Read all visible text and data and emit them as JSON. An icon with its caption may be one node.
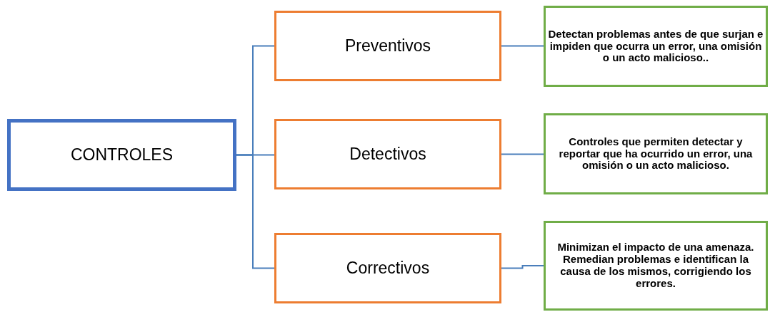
{
  "diagram": {
    "nodes": [
      {
        "text": [
          "CONTROLES"
        ]
      },
      {
        "text": [
          "Preventivos"
        ]
      },
      {
        "text": [
          "Detectivos"
        ]
      },
      {
        "text": [
          "Correctivos"
        ]
      },
      {
        "text": [
          "Detectan problemas antes de que surjan e impiden que ocurra un error, una omisión o un acto malicioso.."
        ]
      },
      {
        "text": [
          "Controles que permiten detectar y reportar que ha ocurrido un error, una omisión o un acto malicioso."
        ]
      },
      {
        "text": [
          "Minimizan el impacto de una amenaza. Remedian problemas e identifican la causa de los mismos, corrigiendo los errores."
        ]
      }
    ],
    "edges": [
      {
        "from": 0,
        "to": 1,
        "arrow": "none"
      },
      {
        "from": 0,
        "to": 2,
        "arrow": "none"
      },
      {
        "from": 0,
        "to": 3,
        "arrow": "none"
      },
      {
        "from": 1,
        "to": 4,
        "arrow": "none"
      },
      {
        "from": 2,
        "to": 5,
        "arrow": "none"
      },
      {
        "from": 3,
        "to": 6,
        "arrow": "none"
      }
    ]
  }
}
